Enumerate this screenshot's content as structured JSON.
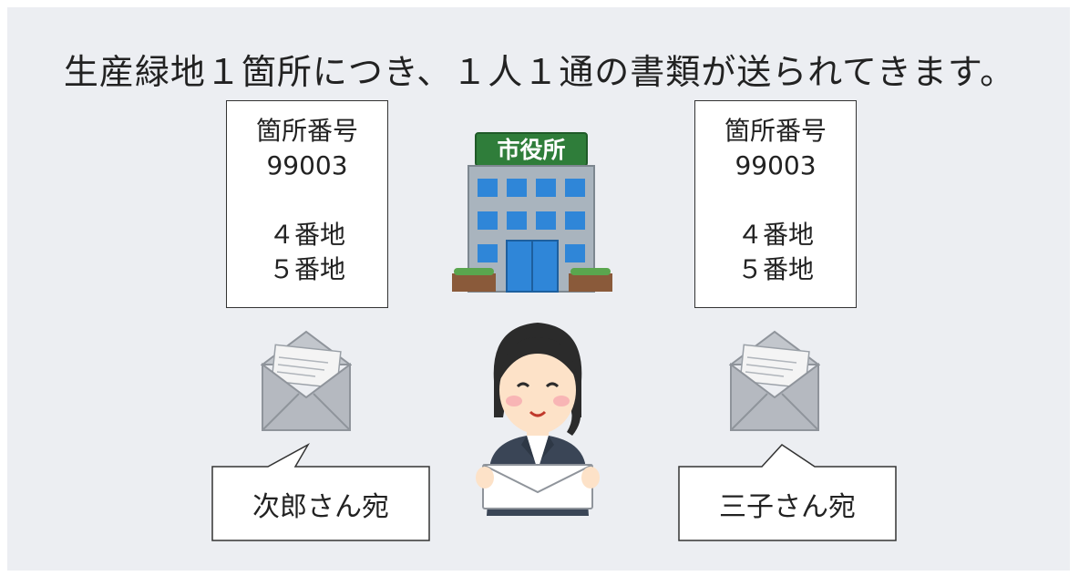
{
  "title": "生産緑地１箇所につき、１人１通の書類が送られてきます。",
  "building_sign": "市役所",
  "documents": [
    {
      "line1": "箇所番号",
      "line2": "99003",
      "line3": "４番地",
      "line4": "５番地"
    },
    {
      "line1": "箇所番号",
      "line2": "99003",
      "line3": "４番地",
      "line4": "５番地"
    }
  ],
  "recipients": [
    {
      "label": "次郎さん宛"
    },
    {
      "label": "三子さん宛"
    }
  ],
  "icons": [
    "city-hall-icon",
    "envelope-icon",
    "staff-person-icon"
  ],
  "colors": {
    "panel": "#eceef2",
    "sign_green": "#2f7d3a",
    "window_blue": "#2f86d8",
    "building_gray": "#a9b4be",
    "envelope_gray": "#b5b9c0"
  }
}
